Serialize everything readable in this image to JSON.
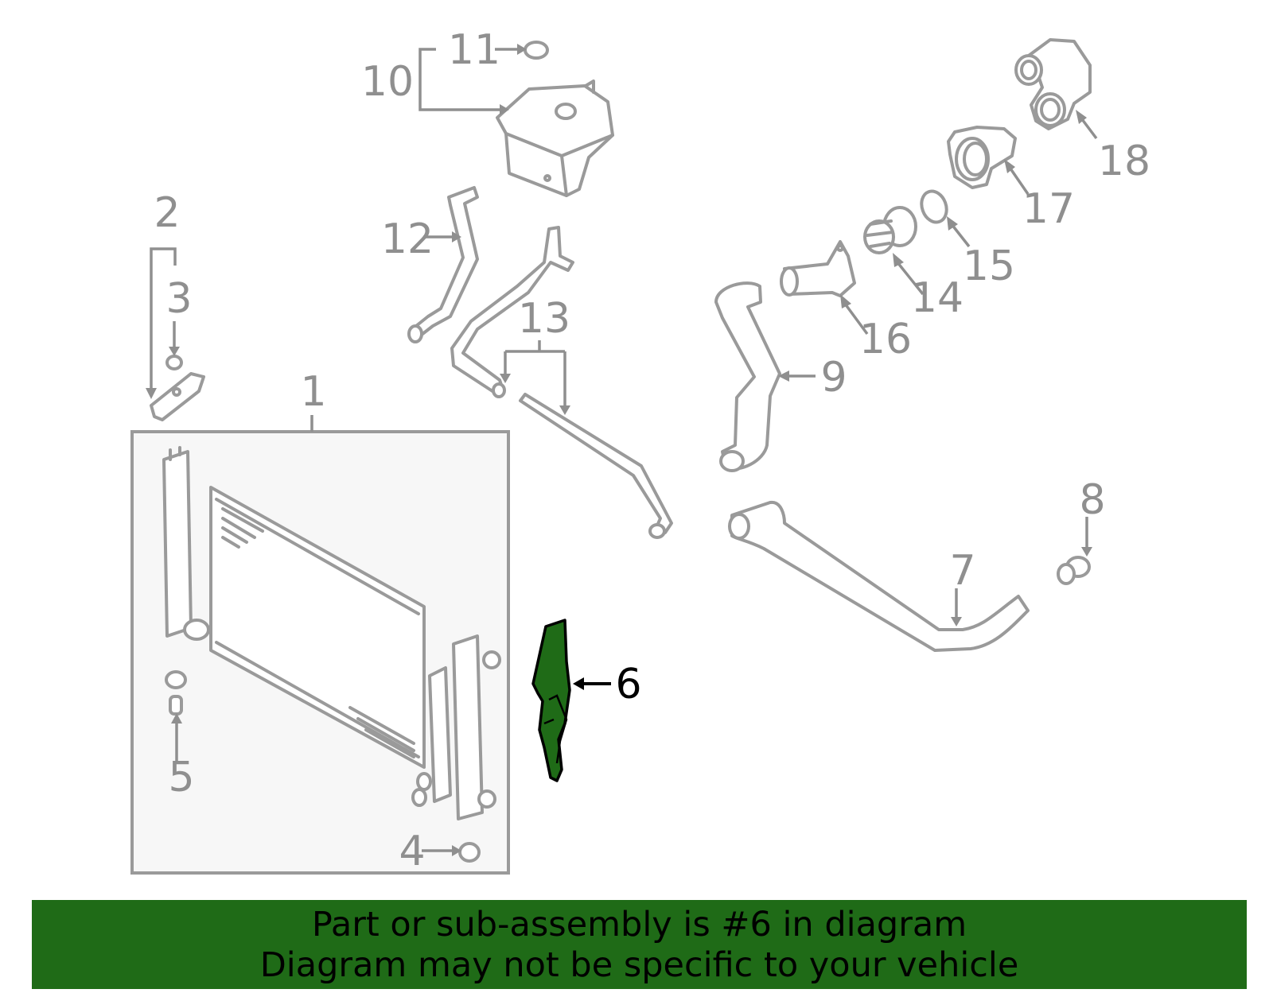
{
  "callouts": {
    "c1": "1",
    "c2": "2",
    "c3": "3",
    "c4": "4",
    "c5": "5",
    "c6": "6",
    "c7": "7",
    "c8": "8",
    "c9": "9",
    "c10": "10",
    "c11": "11",
    "c12": "12",
    "c13": "13",
    "c14": "14",
    "c15": "15",
    "c16": "16",
    "c17": "17",
    "c18": "18"
  },
  "highlighted_part": "6",
  "colors": {
    "highlight_fill": "#1f6b17",
    "banner_bg": "#1f6b17",
    "line_gray": "#9a9a9a",
    "assembly_box_bg": "#f7f7f7"
  },
  "banner": {
    "line1": "Part or sub-assembly is #6 in diagram",
    "line2": "Diagram may not be specific to your vehicle"
  }
}
